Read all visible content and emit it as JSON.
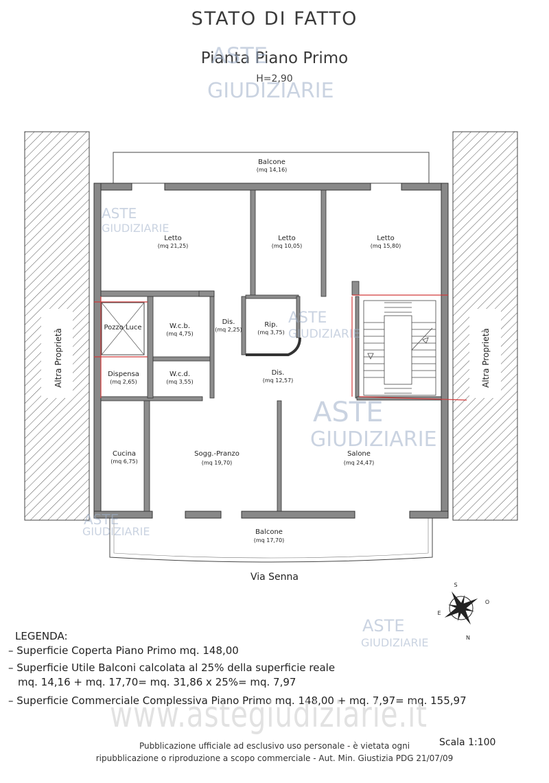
{
  "header": {
    "title": "STATO DI FATTO",
    "subtitle": "Pianta Piano Primo",
    "height": "H=2,90"
  },
  "rooms": {
    "balcone_top": {
      "label": "Balcone",
      "area": "(mq 14,16)"
    },
    "letto1": {
      "label": "Letto",
      "area": "(mq 21,25)"
    },
    "letto2": {
      "label": "Letto",
      "area": "(mq 10,05)"
    },
    "letto3": {
      "label": "Letto",
      "area": "(mq 15,80)"
    },
    "pozzo": {
      "label": "Pozzo Luce"
    },
    "wcb": {
      "label": "W.c.b.",
      "area": "(mq 4,75)"
    },
    "dis1": {
      "label": "Dis.",
      "area": "(mq 2,25)"
    },
    "rip": {
      "label": "Rip.",
      "area": "(mq 3,75)"
    },
    "dispensa": {
      "label": "Dispensa",
      "area": "(mq 2,65)"
    },
    "wcd": {
      "label": "W.c.d.",
      "area": "(mq 3,55)"
    },
    "dis2": {
      "label": "Dis.",
      "area": "(mq 12,57)"
    },
    "cucina": {
      "label": "Cucina",
      "area": "(mq 6,75)"
    },
    "sogg": {
      "label": "Sogg.-Pranzo",
      "area": "(mq 19,70)"
    },
    "salone": {
      "label": "Salone",
      "area": "(mq 24,47)"
    },
    "balcone_bottom": {
      "label": "Balcone",
      "area": "(mq 17,70)"
    }
  },
  "neighbors": {
    "left": "Altra Proprietà",
    "right": "Altra Proprietà"
  },
  "street": "Via Senna",
  "compass": {
    "n": "N",
    "s": "S",
    "e": "E",
    "o": "O"
  },
  "legend": {
    "title": "LEGENDA:",
    "line1": "– Superficie Coperta Piano Primo mq. 148,00",
    "line2a": "– Superficie Utile Balconi calcolata al 25% della superficie reale",
    "line2b": "mq. 14,16 + mq. 17,70= mq. 31,86 x 25%= mq. 7,97",
    "line3": "– Superficie Commerciale Complessiva Piano Primo mq. 148,00 + mq. 7,97= mq. 155,97"
  },
  "scale": "Scala 1:100",
  "footer": {
    "line1": "Pubblicazione ufficiale ad esclusivo uso personale - è vietata ogni",
    "line2": "ripubblicazione o riproduzione a scopo commerciale - Aut. Min. Giustizia PDG 21/07/09"
  },
  "watermark": {
    "brand1": "ASTE",
    "brand2": "GIUDIZIARIE",
    "site": "www.astegiudiziarie.it"
  }
}
